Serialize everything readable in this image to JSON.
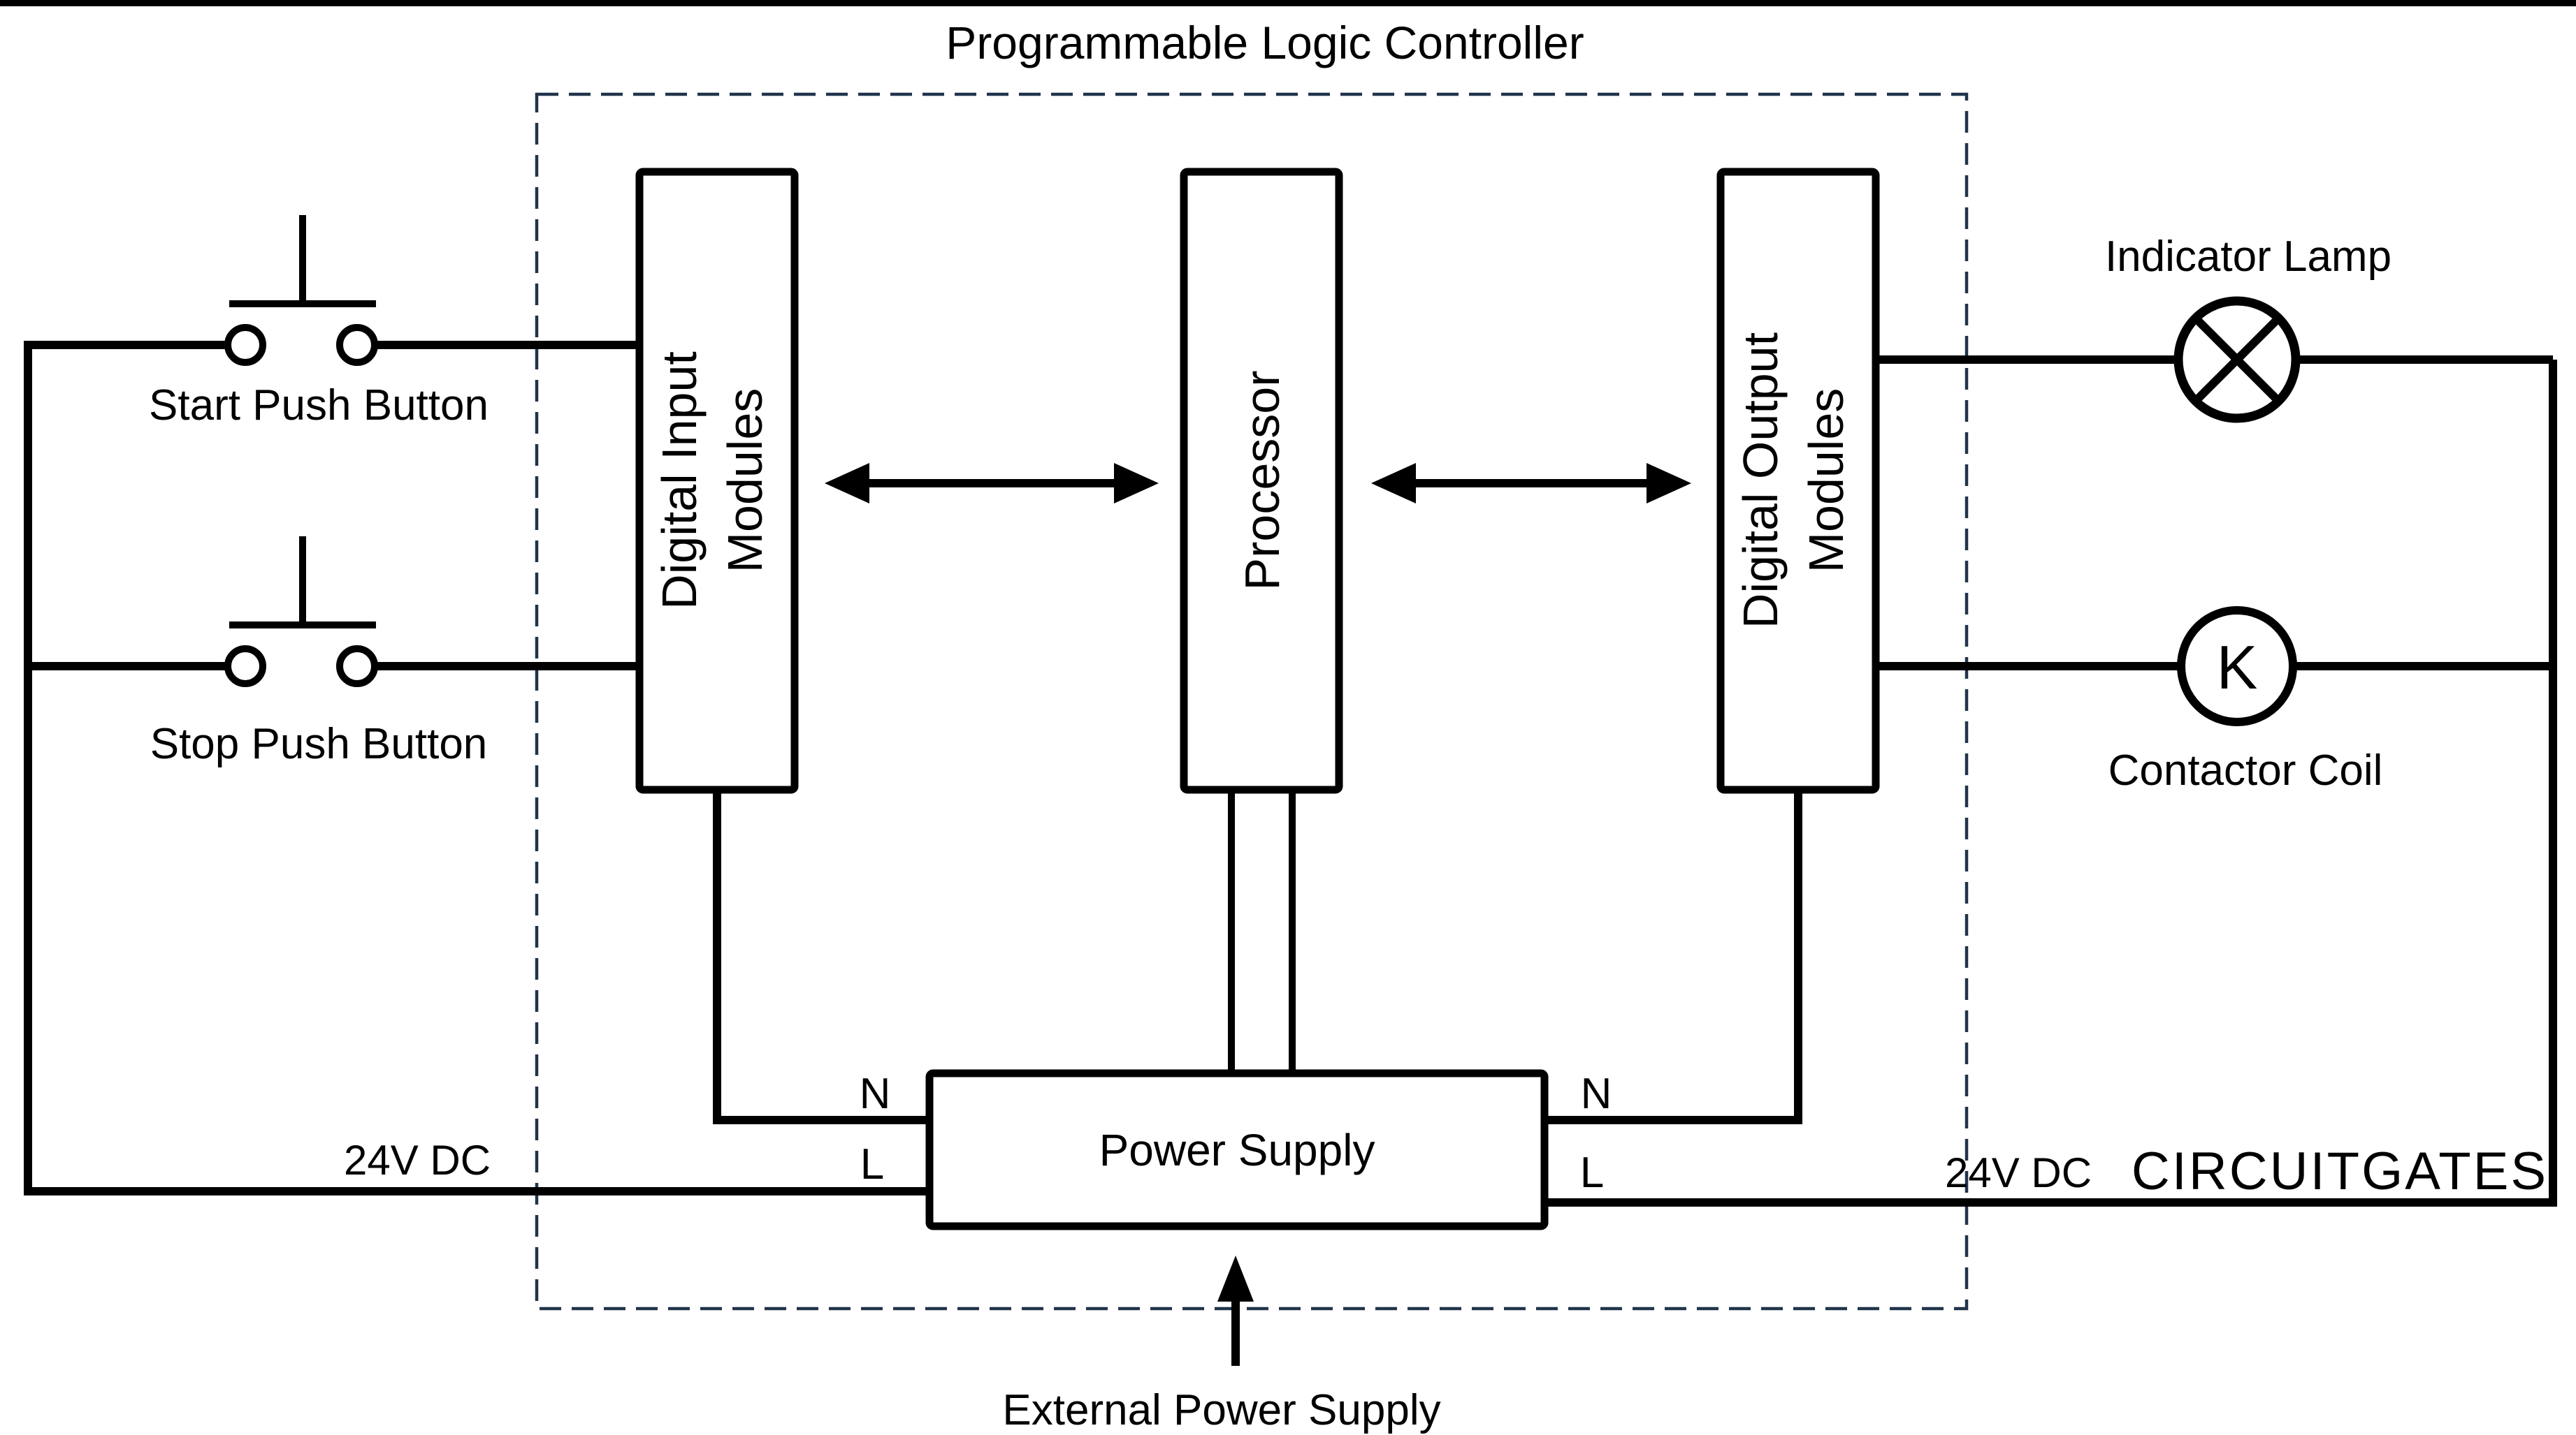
{
  "title": "Programmable Logic Controller",
  "watermark": "CIRCUITGATES",
  "colors": {
    "background": "#ffffff",
    "line": "#000000",
    "dashed_border": "#20344a",
    "watermark": "#8a8a8a"
  },
  "plc": {
    "digital_input_module": {
      "line1": "Digital Input",
      "line2": "Modules"
    },
    "processor": {
      "label": "Processor"
    },
    "digital_output_module": {
      "line1": "Digital Output",
      "line2": "Modules"
    },
    "power_supply": {
      "label": "Power Supply",
      "input_side": {
        "neutral": "N",
        "line": "L"
      },
      "output_side": {
        "neutral": "N",
        "line": "L"
      }
    },
    "external_power": {
      "label": "External Power Supply"
    }
  },
  "field_inputs": {
    "start_button": {
      "label": "Start Push Button"
    },
    "stop_button": {
      "label": "Stop Push Button"
    },
    "supply_voltage": {
      "label": "24V DC"
    }
  },
  "field_outputs": {
    "indicator_lamp": {
      "label": "Indicator Lamp"
    },
    "contactor_coil": {
      "label": "Contactor Coil",
      "symbol": "K"
    },
    "supply_voltage": {
      "label": "24V DC"
    }
  }
}
